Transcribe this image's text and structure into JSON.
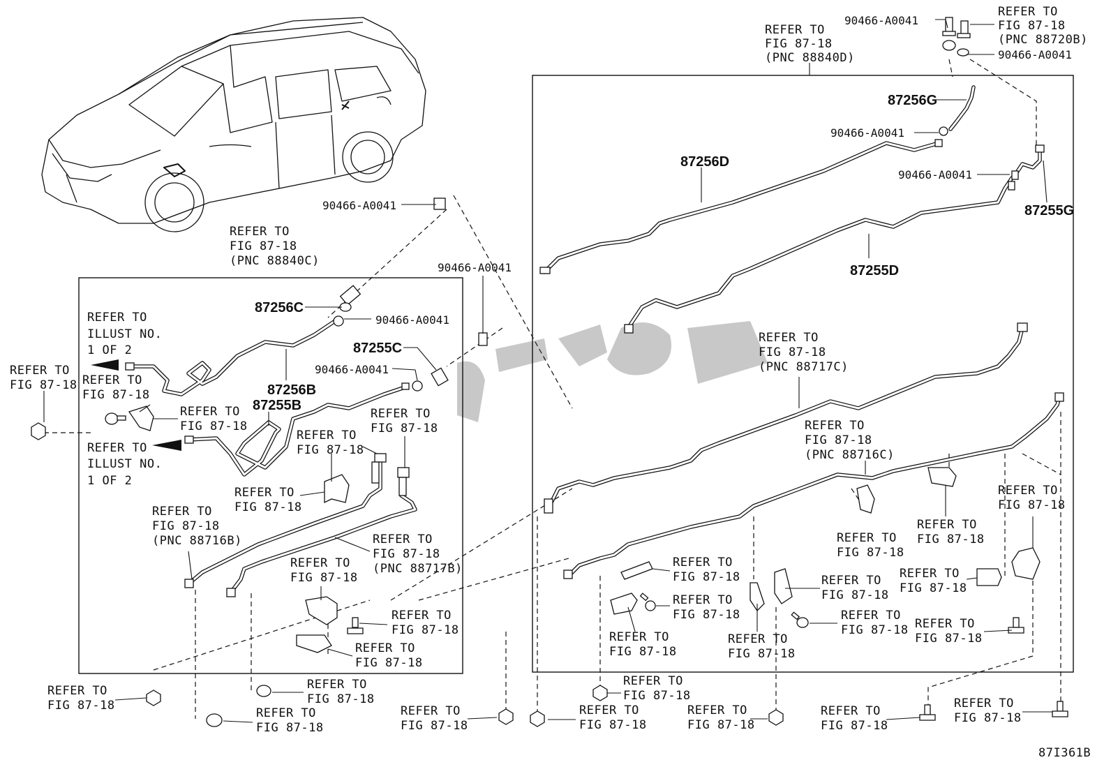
{
  "labels": {
    "pn_87256G": "87256G",
    "pn_87256D": "87256D",
    "pn_87255G": "87255G",
    "pn_87255D": "87255D",
    "pn_87256C": "87256C",
    "pn_87255C": "87255C",
    "pn_87256B": "87256B",
    "pn_87255B": "87255B",
    "clamp_code": "90466-A0041",
    "refer_to": "REFER TO",
    "fig": "FIG 87-18",
    "pnc_88720B": "(PNC 88720B)",
    "pnc_88840D": "(PNC 88840D)",
    "pnc_88840C": "(PNC 88840C)",
    "pnc_88717C": "(PNC 88717C)",
    "pnc_88716C": "(PNC 88716C)",
    "pnc_88716B": "(PNC 88716B)",
    "pnc_88717B": "(PNC 88717B)",
    "illust_no": "ILLUST NO.",
    "one_of_two": "1 OF 2",
    "diagram_code": "87I361B"
  },
  "icons": [
    "vehicle-illustration",
    "arrow-left-icon",
    "clamp-icon",
    "bolt-icon",
    "nut-icon",
    "bracket-icon",
    "grommet-icon"
  ]
}
